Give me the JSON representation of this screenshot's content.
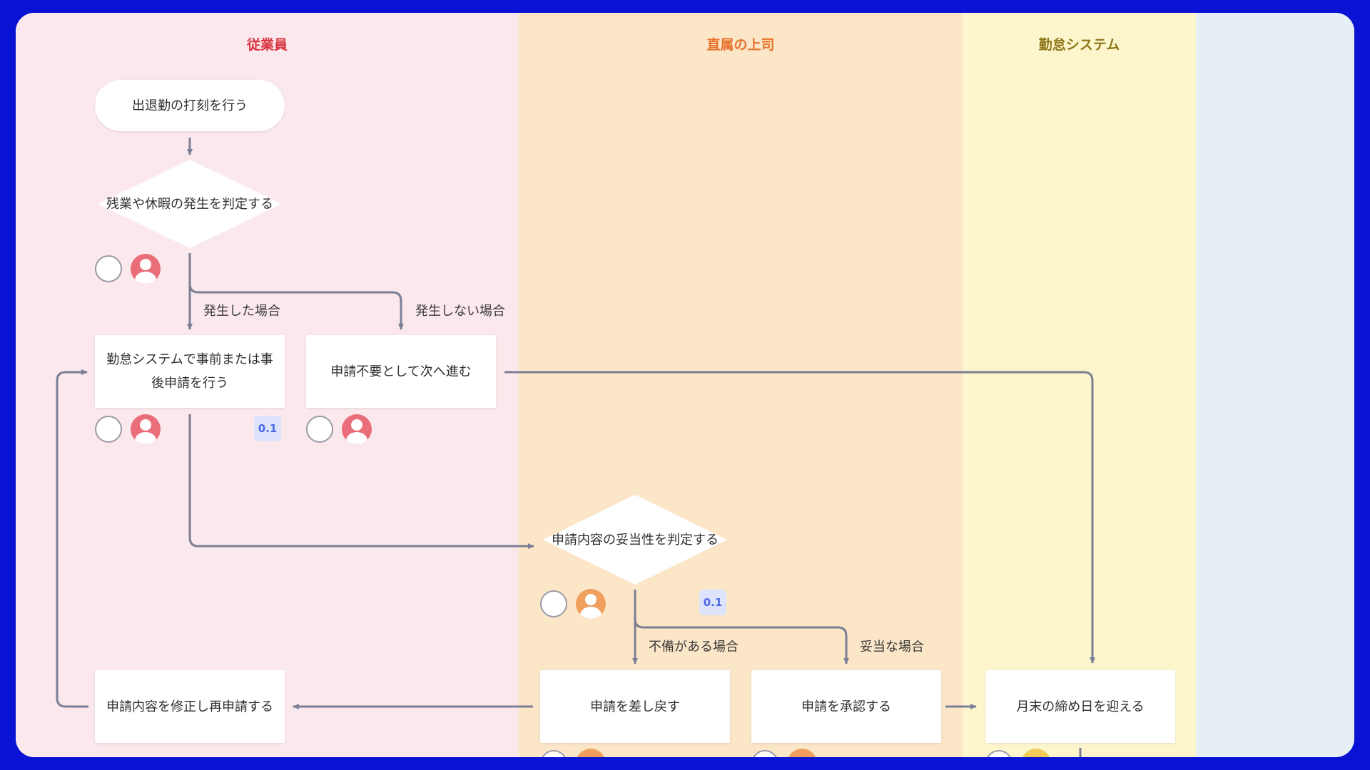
{
  "colors": {
    "frame": "#0a12d4",
    "edge": "#7b7f95",
    "badge_bg": "#dce3fb",
    "badge_text": "#4c67e6",
    "avatar_employee": "#ea6e7a",
    "avatar_supervisor": "#f0a05c",
    "avatar_system": "#f1cc58"
  },
  "lanes": [
    {
      "title": "従業員",
      "bg": "#fbe8ec",
      "color": "#d8323f"
    },
    {
      "title": "直属の上司",
      "bg": "#fbe6c8",
      "color": "#e6732c"
    },
    {
      "title": "勤怠システム",
      "bg": "#fdf6cd",
      "color": "#8e7618"
    },
    {
      "title": "",
      "bg": "#e6eff6",
      "color": "#333333"
    }
  ],
  "nodes": {
    "clock_in": "出退勤の打刻を行う",
    "judge_overtime": "残業や休暇の発生を判定する",
    "apply_in_system": "勤怠システムで事前または事後申請を行う",
    "no_application": "申請不要として次へ進む",
    "judge_validity": "申請内容の妥当性を判定する",
    "fix_and_reapply": "申請内容を修正し再申請する",
    "return_application": "申請を差し戻す",
    "approve_application": "申請を承認する",
    "month_end": "月末の締め日を迎える"
  },
  "edge_labels": {
    "occurred": "発生した場合",
    "not_occurred": "発生しない場合",
    "deficient": "不備がある場合",
    "valid": "妥当な場合"
  },
  "badges": {
    "apply_version": "0.1",
    "judge_version": "0.1"
  }
}
